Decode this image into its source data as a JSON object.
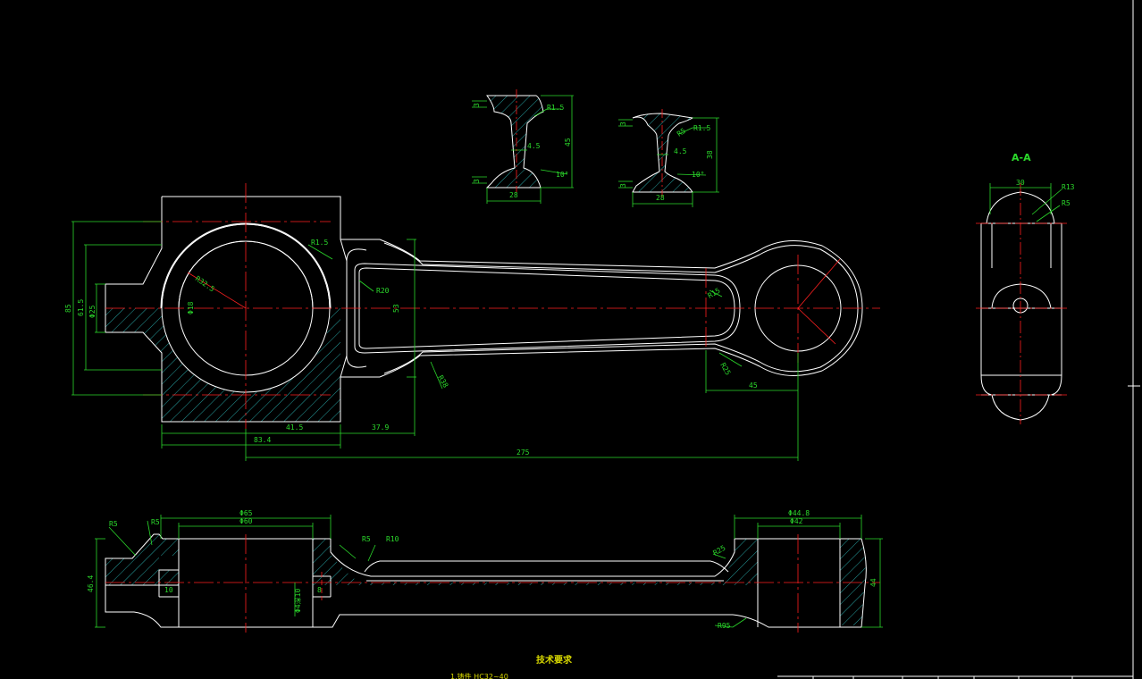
{
  "colors": {
    "background": "#000000",
    "outline": "#ffffff",
    "centerline": "#ff2020",
    "dimension": "#2bd92b",
    "hatch": "#2fc8c8",
    "note": "#d8d800"
  },
  "section_label": "A-A",
  "technical_requirements_title": "技术要求",
  "technical_requirements_line1": "1.铸件 HC32~40",
  "front_view_dims": {
    "r_big_bore": "R32.5",
    "r_fillet_top": "R1.5",
    "r_slot": "R20",
    "phi_small": "Φ18",
    "phi_boss": "Φ25",
    "d_overall_h": "85",
    "d_mid_h": "61.5",
    "d_beam": "53",
    "r_lower": "R38",
    "r_end_inner": "R15",
    "r_end_outer": "R25",
    "d_45": "45",
    "d_41_5": "41.5",
    "d_37_9": "37.9",
    "d_83_4": "83.4",
    "d_275": "275"
  },
  "section_left_dims": {
    "r": "R1.5",
    "web": "4.5",
    "height": "45",
    "flange": "28",
    "angle": "10°",
    "d3a": "3",
    "d3b": "3"
  },
  "section_right_dims": {
    "r": "R1.5",
    "web": "4.5",
    "height": "38",
    "flange": "28",
    "angle": "10°",
    "d3a": "3",
    "d3b": "3",
    "r_flange": "R5"
  },
  "aa_dims": {
    "width": "30",
    "r_top": "R13",
    "r_side": "R5"
  },
  "bottom_view_dims": {
    "r5a": "R5",
    "r5b": "R5",
    "phi_65": "Φ65",
    "phi_60": "Φ60",
    "r5c": "R5",
    "r10": "R10",
    "height_left": "46.4",
    "d10": "10",
    "d8": "8",
    "d_oil": "Φ4深10",
    "r25": "R25",
    "phi_44_8": "Φ44.8",
    "phi_42": "Φ42",
    "height_right": "44",
    "r95": "R95"
  }
}
